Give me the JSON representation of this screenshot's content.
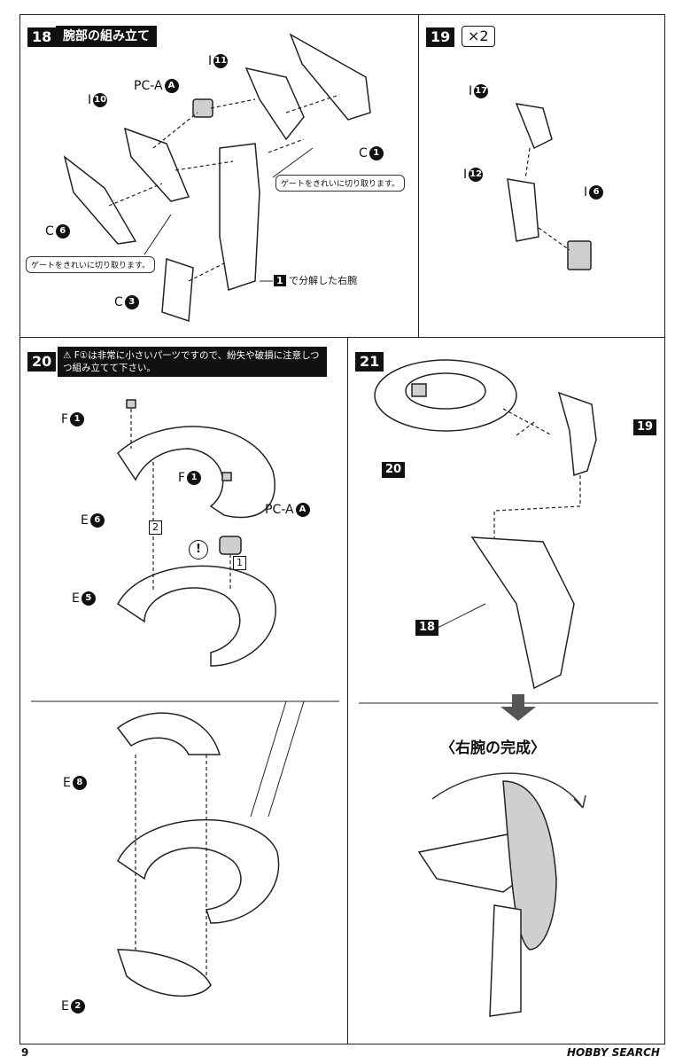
{
  "step18": {
    "num": "18",
    "title": "腕部の組み立て",
    "parts": [
      {
        "text": "I",
        "num": "11"
      },
      {
        "text": "PC-A",
        "num": "A"
      },
      {
        "text": "I",
        "num": "10"
      },
      {
        "text": "C",
        "num": "1"
      },
      {
        "text": "C",
        "num": "6"
      },
      {
        "text": "C",
        "num": "3"
      }
    ],
    "gate_note_1": "ゲートをきれいに切り取ります。",
    "gate_note_2": "ゲートをきれいに切り取ります。",
    "ref_num": "1",
    "ref_text": "で分解した右腕"
  },
  "step19": {
    "num": "19",
    "multiplier": "×2",
    "parts": [
      {
        "text": "I",
        "num": "17"
      },
      {
        "text": "I",
        "num": "12"
      },
      {
        "text": "I",
        "num": "6"
      }
    ]
  },
  "step20": {
    "num": "20",
    "warning": "F①は非常に小さいパーツですので、紛失や破損に注意しつつ組み立てて下さい。",
    "parts": [
      {
        "text": "F",
        "num": "1"
      },
      {
        "text": "F",
        "num": "1"
      },
      {
        "text": "E",
        "num": "6"
      },
      {
        "text": "PC-A",
        "num": "A"
      },
      {
        "text": "E",
        "num": "5"
      },
      {
        "text": "E",
        "num": "8"
      },
      {
        "text": "E",
        "num": "2"
      }
    ],
    "order_1": "1",
    "order_2": "2",
    "caution": "!"
  },
  "step21": {
    "num": "21",
    "tag_20": "20",
    "tag_19": "19",
    "tag_18": "18",
    "completion": "〈右腕の完成〉"
  },
  "footer": {
    "page": "9",
    "brand": "HOBBY SEARCH"
  },
  "colors": {
    "ink": "#111111",
    "part_gray": "#cfcfcf"
  }
}
